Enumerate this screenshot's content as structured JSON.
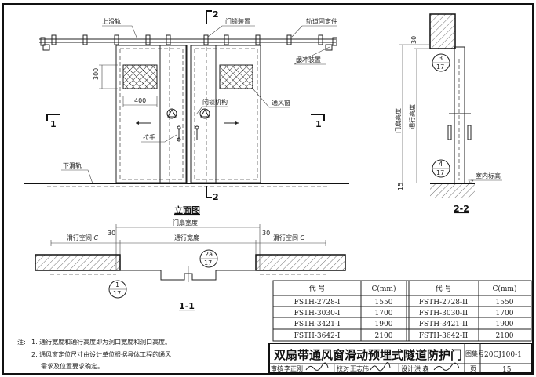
{
  "elevation": {
    "title": "立面图",
    "labels": {
      "upper_rail": "上滑轨",
      "door_lock": "门锁装置",
      "rail_fixing": "轨道固定件",
      "buffer": "缓冲装置",
      "locking_mechanism": "闭锁机构",
      "vent_window": "通风窗",
      "handle": "拉手",
      "lower_rail": "下滑轨"
    },
    "dims": {
      "window_height": "300",
      "window_width": "400"
    },
    "section_marks": {
      "a": "1",
      "b": "2"
    }
  },
  "section_1_1": {
    "title": "1-1",
    "door_leaf_width": "门扇宽度",
    "passage_width": "通行宽度",
    "slide_space": "滑行空间",
    "slide_var": "C",
    "offset": "30",
    "detail_refs": [
      {
        "top": "1",
        "bottom": "17"
      },
      {
        "top": "2a",
        "bottom": "17"
      }
    ]
  },
  "section_2_2": {
    "title": "2-2",
    "door_leaf_height": "门扇高度",
    "passage_height": "通行高度",
    "offset_top": "30",
    "offset_bottom": "15",
    "indoor_elevation": "室内标高",
    "detail_refs": [
      {
        "top": "3",
        "bottom": "17"
      },
      {
        "top": "4",
        "bottom": "17"
      }
    ]
  },
  "notes": {
    "prefix": "注:",
    "items": [
      "1. 通行宽度和通行高度即为洞口宽度和洞口高度。",
      "2. 通风窗定位尺寸由设计单位根据具体工程的通风",
      "需求及位置要求确定。"
    ]
  },
  "table": {
    "headers": [
      "代  号",
      "C(mm)",
      "代  号",
      "C(mm)"
    ],
    "rows": [
      [
        "FSTH-2728-I",
        "1550",
        "FSTH-2728-II",
        "1550"
      ],
      [
        "FSTH-3030-I",
        "1700",
        "FSTH-3030-II",
        "1700"
      ],
      [
        "FSTH-3421-I",
        "1900",
        "FSTH-3421-II",
        "1900"
      ],
      [
        "FSTH-3642-I",
        "2100",
        "FSTH-3642-II",
        "2100"
      ]
    ]
  },
  "title_block": {
    "title": "双扇带通风窗滑动预埋式隧道防护门",
    "atlas_label": "图集号",
    "atlas_no": "20CJ100-1",
    "review_label": "审核",
    "reviewer": "李正刚",
    "check_label": "校对",
    "checker": "王志伟",
    "design_label": "设计",
    "designer": "洪 森",
    "page_label": "页",
    "page_no": "15"
  }
}
